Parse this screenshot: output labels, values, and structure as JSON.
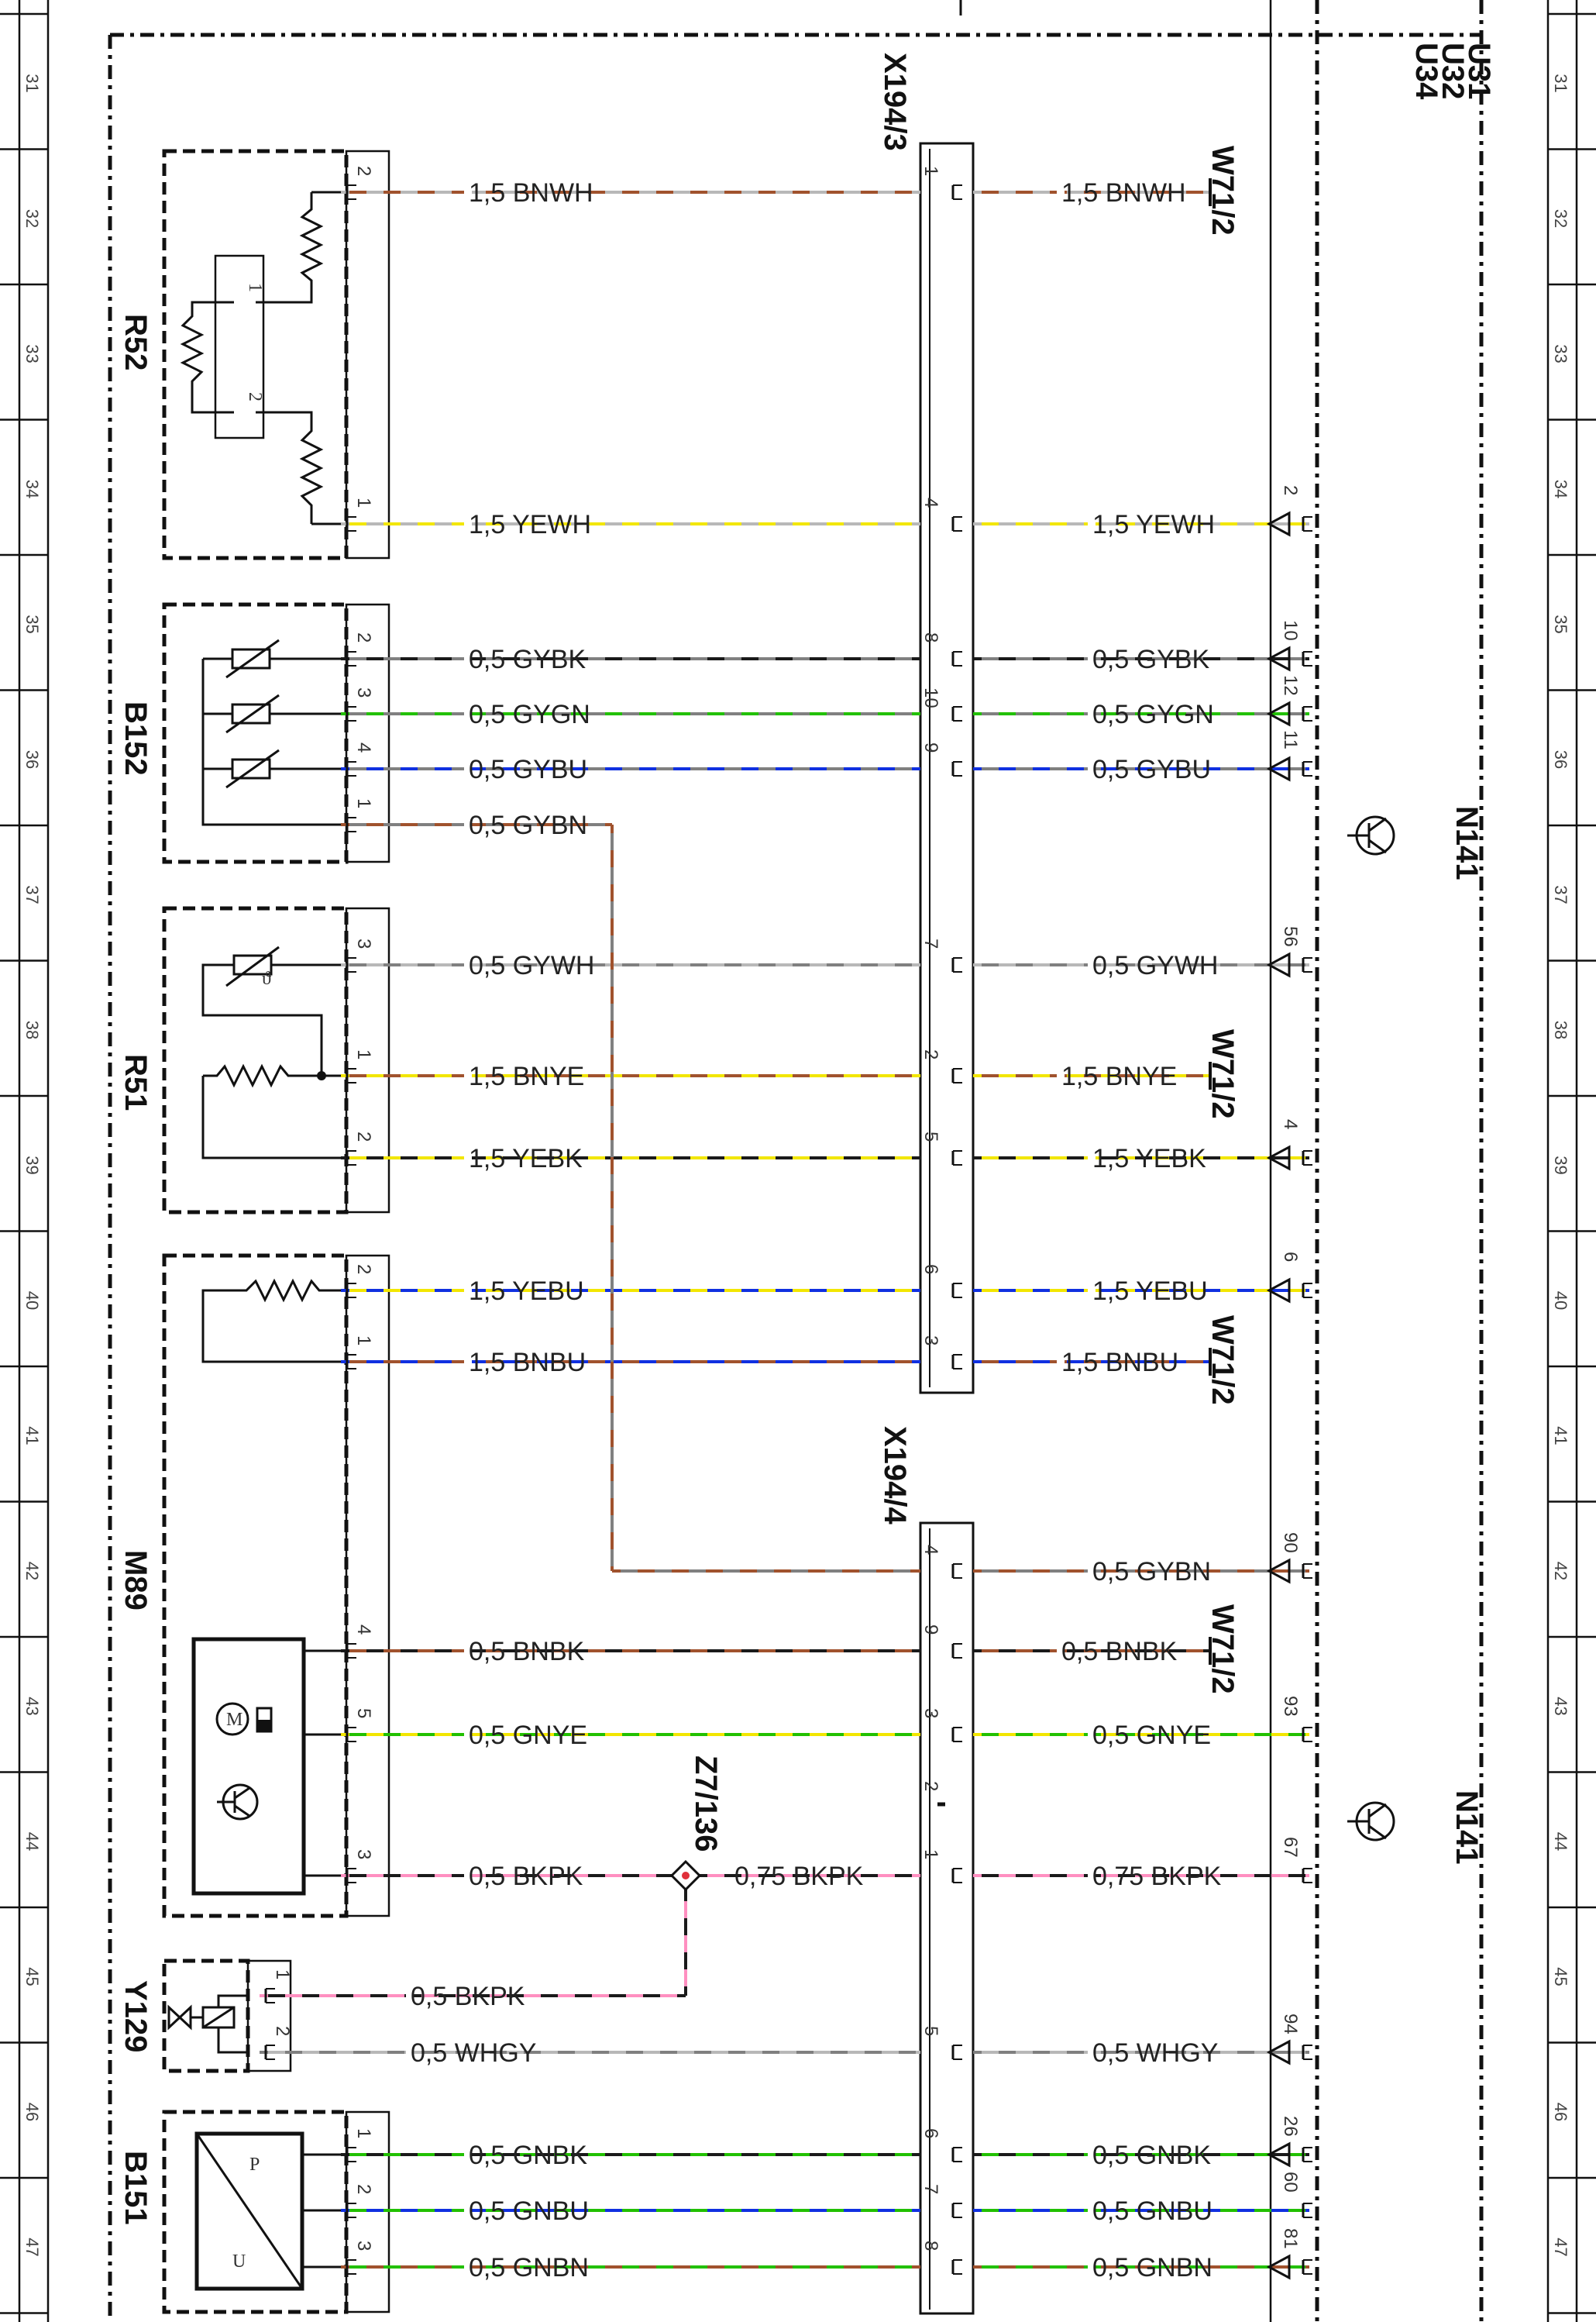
{
  "ruler_numbers": [
    "31",
    "32",
    "33",
    "34",
    "35",
    "36",
    "37",
    "38",
    "39",
    "40",
    "41",
    "42",
    "43",
    "44",
    "45",
    "46",
    "47"
  ],
  "frame_labels": {
    "u31": "U31",
    "u32": "U32",
    "u34": "U34"
  },
  "control_unit": {
    "upper": "N141",
    "lower": "N141"
  },
  "connector_blocks": {
    "upper": "X194/3",
    "lower": "X194/4"
  },
  "components": {
    "r52": "R52",
    "b152": "B152",
    "r51": "R51",
    "m89": "M89",
    "y129": "Y129",
    "b151": "B151",
    "splice": "Z7/136",
    "m89_motor_letter": "M",
    "b151_p": "P",
    "b151_u": "U",
    "theta_symbol": "ϑ"
  },
  "wire_colors": {
    "BN": "#a0522d",
    "WH": "#b8b8b8",
    "YE": "#f2e600",
    "GY": "#808080",
    "BK": "#1a1a1a",
    "GN": "#22c000",
    "BU": "#1030e0",
    "PK": "#ff8fc0"
  },
  "wires": [
    {
      "id": "r52-1",
      "comp_pin": "2",
      "label_left": "1,5  BNWH",
      "x_pin": "1",
      "label_right": "1,5  BNWH",
      "term": "stub",
      "dest": "W71/2",
      "c1": "BN",
      "c2": "WH"
    },
    {
      "id": "r52-2",
      "comp_pin": "1",
      "label_left": "1,5  YEWH",
      "x_pin": "4",
      "label_right": "1,5  YEWH",
      "term": "arrow",
      "n_pin": "2",
      "c1": "YE",
      "c2": "WH"
    },
    {
      "id": "b152-1",
      "comp_pin": "2",
      "label_left": "0,5  GYBK",
      "x_pin": "8",
      "label_right": "0,5  GYBK",
      "term": "arrow",
      "n_pin": "10",
      "c1": "GY",
      "c2": "BK"
    },
    {
      "id": "b152-2",
      "comp_pin": "3",
      "label_left": "0,5  GYGN",
      "x_pin": "10",
      "label_right": "0,5  GYGN",
      "term": "arrow",
      "n_pin": "12",
      "c1": "GY",
      "c2": "GN"
    },
    {
      "id": "b152-3",
      "comp_pin": "4",
      "label_left": "0,5  GYBU",
      "x_pin": "9",
      "label_right": "0,5  GYBU",
      "term": "arrow",
      "n_pin": "11",
      "c1": "GY",
      "c2": "BU"
    },
    {
      "id": "b152-4",
      "comp_pin": "1",
      "label_left": "0,5  GYBN",
      "x_pin": "",
      "label_right": "",
      "term": "",
      "c1": "GY",
      "c2": "BN"
    },
    {
      "id": "r51-1",
      "comp_pin": "3",
      "label_left": "0,5  GYWH",
      "x_pin": "7",
      "label_right": "0,5  GYWH",
      "term": "arrow",
      "n_pin": "56",
      "c1": "GY",
      "c2": "WH"
    },
    {
      "id": "r51-2",
      "comp_pin": "1",
      "label_left": "1,5  BNYE",
      "x_pin": "2",
      "label_right": "1,5  BNYE",
      "term": "stub",
      "dest": "W71/2",
      "c1": "BN",
      "c2": "YE"
    },
    {
      "id": "r51-3",
      "comp_pin": "2",
      "label_left": "1,5  YEBK",
      "x_pin": "5",
      "label_right": "1,5  YEBK",
      "term": "arrow",
      "n_pin": "4",
      "c1": "YE",
      "c2": "BK"
    },
    {
      "id": "m89-1",
      "comp_pin": "2",
      "label_left": "1,5  YEBU",
      "x_pin": "6",
      "label_right": "1,5  YEBU",
      "term": "arrow",
      "n_pin": "6",
      "c1": "YE",
      "c2": "BU"
    },
    {
      "id": "m89-2",
      "comp_pin": "1",
      "label_left": "1,5  BNBU",
      "x_pin": "3",
      "label_right": "1,5  BNBU",
      "term": "stub",
      "dest": "W71/2",
      "c1": "BN",
      "c2": "BU"
    },
    {
      "id": "gybn-4",
      "comp_pin": "",
      "label_left": "",
      "x_pin": "4",
      "label_right": "0,5  GYBN",
      "term": "arrow",
      "n_pin": "90",
      "c1": "GY",
      "c2": "BN"
    },
    {
      "id": "m89-3",
      "comp_pin": "4",
      "label_left": "0,5  BNBK",
      "x_pin": "9",
      "label_right": "0,5  BNBK",
      "term": "stub",
      "dest": "W71/2",
      "c1": "BN",
      "c2": "BK"
    },
    {
      "id": "m89-4",
      "comp_pin": "5",
      "label_left": "0,5  GNYE",
      "x_pin": "3",
      "label_right": "0,5  GNYE",
      "term": "plain",
      "n_pin": "93",
      "c1": "GN",
      "c2": "YE"
    },
    {
      "id": "x2",
      "comp_pin": "",
      "label_left": "",
      "x_pin": "2",
      "label_right": "",
      "term": "",
      "c1": "BK",
      "c2": "BK"
    },
    {
      "id": "m89-5",
      "comp_pin": "3",
      "label_left": "0,5  BKPK",
      "label_mid": "0,75  BKPK",
      "x_pin": "1",
      "label_right": "0,75  BKPK",
      "term": "plain",
      "n_pin": "67",
      "c1": "BK",
      "c2": "PK"
    },
    {
      "id": "y129-1",
      "comp_pin": "1",
      "label_left": "0,5  BKPK",
      "x_pin": "",
      "label_right": "",
      "term": "",
      "c1": "BK",
      "c2": "PK"
    },
    {
      "id": "y129-2",
      "comp_pin": "2",
      "label_left": "0,5  WHGY",
      "x_pin": "5",
      "label_right": "0,5  WHGY",
      "term": "arrow",
      "n_pin": "94",
      "c1": "WH",
      "c2": "GY"
    },
    {
      "id": "b151-1",
      "comp_pin": "1",
      "label_left": "0,5  GNBK",
      "x_pin": "6",
      "label_right": "0,5  GNBK",
      "term": "arrow",
      "n_pin": "26",
      "c1": "GN",
      "c2": "BK"
    },
    {
      "id": "b151-2",
      "comp_pin": "2",
      "label_left": "0,5  GNBU",
      "x_pin": "7",
      "label_right": "0,5  GNBU",
      "term": "plain",
      "n_pin": "60",
      "c1": "GN",
      "c2": "BU"
    },
    {
      "id": "b151-3",
      "comp_pin": "3",
      "label_left": "0,5  GNBN",
      "x_pin": "8",
      "label_right": "0,5  GNBN",
      "term": "arrow",
      "n_pin": "81",
      "c1": "GN",
      "c2": "BN"
    }
  ]
}
